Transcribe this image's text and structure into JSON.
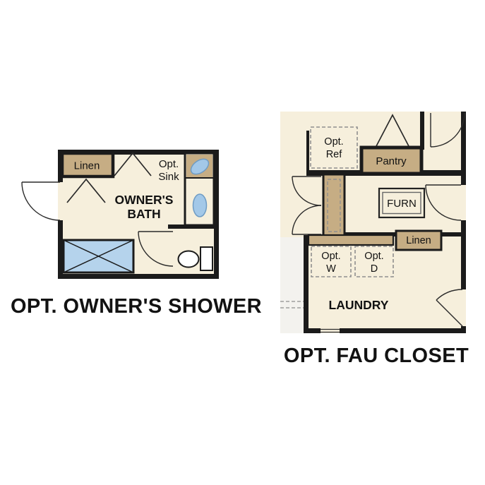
{
  "left_plan": {
    "title": "OPT. OWNER'S SHOWER",
    "labels": {
      "linen": "Linen",
      "opt_sink_line1": "Opt.",
      "opt_sink_line2": "Sink",
      "room_line1": "OWNER'S",
      "room_line2": "BATH"
    }
  },
  "right_plan": {
    "title": "OPT. FAU CLOSET",
    "labels": {
      "opt_ref_line1": "Opt.",
      "opt_ref_line2": "Ref",
      "pantry": "Pantry",
      "furnace": "FURN",
      "linen": "Linen",
      "opt_washer_line1": "Opt.",
      "opt_washer_line2": "W",
      "opt_dryer_line1": "Opt.",
      "opt_dryer_line2": "D",
      "room": "LAUNDRY"
    }
  },
  "colors": {
    "floor": "#f6efdc",
    "wall": "#1b1b1b",
    "closet_tan": "#c6ad84",
    "shower_blue": "#b5d3ec",
    "sink_blue": "#a3c8e8",
    "optional_fill": "#eceae3",
    "exterior": "#f3f2ee",
    "dashed_gray": "#8f8f8f",
    "fixture_white": "#ffffff",
    "text": "#121212"
  }
}
